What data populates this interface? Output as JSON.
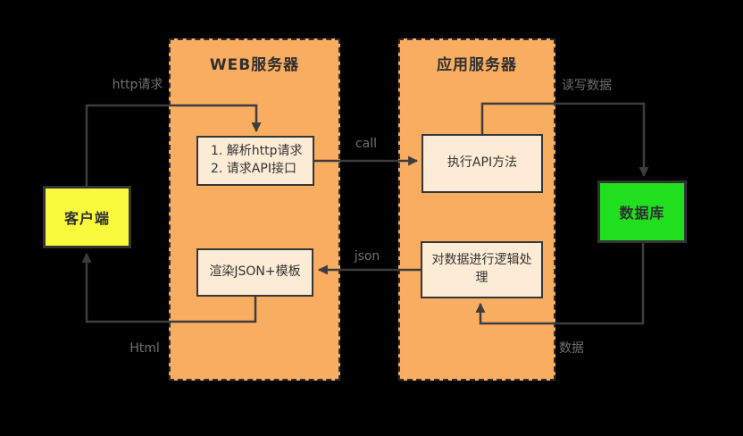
{
  "diagram": {
    "containers": {
      "web": "WEB服务器",
      "app": "应用服务器"
    },
    "nodes": {
      "client": "客户端",
      "database": "数据库",
      "parse_lines": [
        "1. 解析http请求",
        "2. 请求API接口"
      ],
      "exec": "执行API方法",
      "render": "渲染JSON+模板",
      "logic": "对数据进行逻辑处理"
    },
    "edges": {
      "http_request": "http请求",
      "call": "call",
      "read_write": "读写数据",
      "json": "json",
      "data": "数据",
      "html": "Html"
    },
    "colors": {
      "background": "#000000",
      "container_fill": "#f9ad61",
      "process_fill": "#fcebd5",
      "client_fill": "#fafa3c",
      "database_fill": "#1fdf1f",
      "border_dark": "#333333",
      "line": "#3d3d3d",
      "label_gray": "#6f6f6f"
    }
  }
}
